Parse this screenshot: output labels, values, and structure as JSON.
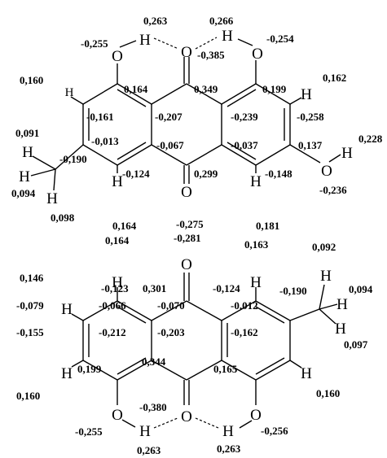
{
  "molecules": [
    {
      "atoms": [
        {
          "id": "H_oh1",
          "symbol": "H"
        },
        {
          "id": "O1",
          "symbol": "O"
        },
        {
          "id": "O9",
          "symbol": "O"
        },
        {
          "id": "H_oh8",
          "symbol": "H"
        },
        {
          "id": "O8",
          "symbol": "O"
        },
        {
          "id": "H2",
          "symbol": "H"
        },
        {
          "id": "H7",
          "symbol": "H"
        },
        {
          "id": "O6",
          "symbol": "O"
        },
        {
          "id": "H_oh6",
          "symbol": "H"
        },
        {
          "id": "Hm1",
          "symbol": "H"
        },
        {
          "id": "Hm2",
          "symbol": "H"
        },
        {
          "id": "Hm3",
          "symbol": "H"
        },
        {
          "id": "H4",
          "symbol": "H"
        },
        {
          "id": "O10",
          "symbol": "O"
        },
        {
          "id": "H5",
          "symbol": "H"
        }
      ],
      "charges": [
        {
          "id": "q_h_oh1",
          "value": "0,263"
        },
        {
          "id": "q_h_oh8",
          "value": "0,266"
        },
        {
          "id": "q_o1",
          "value": "-0,255"
        },
        {
          "id": "q_o9",
          "value": "-0,385"
        },
        {
          "id": "q_o8",
          "value": "-0,254"
        },
        {
          "id": "q_h2",
          "value": "0,160"
        },
        {
          "id": "q_c1",
          "value": "0,164"
        },
        {
          "id": "q_c9",
          "value": "0,349"
        },
        {
          "id": "q_c8",
          "value": "0,199"
        },
        {
          "id": "q_h7",
          "value": "0,162"
        },
        {
          "id": "q_c2",
          "value": "-0,161"
        },
        {
          "id": "q_c9a",
          "value": "-0,207"
        },
        {
          "id": "q_c8a",
          "value": "-0,239"
        },
        {
          "id": "q_c7",
          "value": "-0,258"
        },
        {
          "id": "q_h_oh6",
          "value": "0,228"
        },
        {
          "id": "q_hm1",
          "value": "0,091"
        },
        {
          "id": "q_c3",
          "value": "-0,013"
        },
        {
          "id": "q_c4a",
          "value": "-0,067"
        },
        {
          "id": "q_c10a",
          "value": "-0,037"
        },
        {
          "id": "q_c6",
          "value": "0,137"
        },
        {
          "id": "q_cm",
          "value": "-0,190"
        },
        {
          "id": "q_c4",
          "value": "-0,124"
        },
        {
          "id": "q_c10",
          "value": "0,299"
        },
        {
          "id": "q_c5",
          "value": "-0,148"
        },
        {
          "id": "q_hm2",
          "value": "0,094"
        },
        {
          "id": "q_o6",
          "value": "-0,236"
        },
        {
          "id": "q_hm3",
          "value": "0,098"
        },
        {
          "id": "q_h4",
          "value": "0,164"
        },
        {
          "id": "q_o10",
          "value": "-0,275"
        },
        {
          "id": "q_h5",
          "value": "0,181"
        }
      ]
    },
    {
      "atoms": [
        {
          "id": "O10",
          "symbol": "O"
        },
        {
          "id": "H5",
          "symbol": "H"
        },
        {
          "id": "H4",
          "symbol": "H"
        },
        {
          "id": "Hm1",
          "symbol": "H"
        },
        {
          "id": "H3",
          "symbol": "H"
        },
        {
          "id": "Hm2",
          "symbol": "H"
        },
        {
          "id": "Hm3",
          "symbol": "H"
        },
        {
          "id": "H2",
          "symbol": "H"
        },
        {
          "id": "H7",
          "symbol": "H"
        },
        {
          "id": "O1",
          "symbol": "O"
        },
        {
          "id": "O9",
          "symbol": "O"
        },
        {
          "id": "O8",
          "symbol": "O"
        },
        {
          "id": "H_oh1",
          "symbol": "H"
        },
        {
          "id": "H_oh8",
          "symbol": "H"
        }
      ],
      "charges": [
        {
          "id": "q_h5",
          "value": "0,164"
        },
        {
          "id": "q_o10",
          "value": "-0,281"
        },
        {
          "id": "q_h4",
          "value": "0,163"
        },
        {
          "id": "q_hm1",
          "value": "0,092"
        },
        {
          "id": "q_h3",
          "value": "0,146"
        },
        {
          "id": "q_c5",
          "value": "-0,123"
        },
        {
          "id": "q_c10",
          "value": "0,301"
        },
        {
          "id": "q_c4",
          "value": "-0,124"
        },
        {
          "id": "q_cm",
          "value": "-0,190"
        },
        {
          "id": "q_hm2",
          "value": "0,094"
        },
        {
          "id": "q_c6",
          "value": "-0,079"
        },
        {
          "id": "q_c10a",
          "value": "-0,066"
        },
        {
          "id": "q_c4a",
          "value": "-0,070"
        },
        {
          "id": "q_c3",
          "value": "-0,012"
        },
        {
          "id": "q_hm3",
          "value": "0,097"
        },
        {
          "id": "q_c7",
          "value": "-0,155"
        },
        {
          "id": "q_c8a",
          "value": "-0,212"
        },
        {
          "id": "q_c9a",
          "value": "-0,203"
        },
        {
          "id": "q_c2",
          "value": "-0,162"
        },
        {
          "id": "q_c8",
          "value": "0,199"
        },
        {
          "id": "q_c9",
          "value": "0,344"
        },
        {
          "id": "q_c1",
          "value": "0,165"
        },
        {
          "id": "q_h7",
          "value": "0,160"
        },
        {
          "id": "q_h2",
          "value": "0,160"
        },
        {
          "id": "q_o9",
          "value": "-0,380"
        },
        {
          "id": "q_o8",
          "value": "-0,255"
        },
        {
          "id": "q_o1",
          "value": "-0,256"
        },
        {
          "id": "q_h_oh8",
          "value": "0,263"
        },
        {
          "id": "q_h_oh1",
          "value": "0,263"
        }
      ]
    }
  ]
}
